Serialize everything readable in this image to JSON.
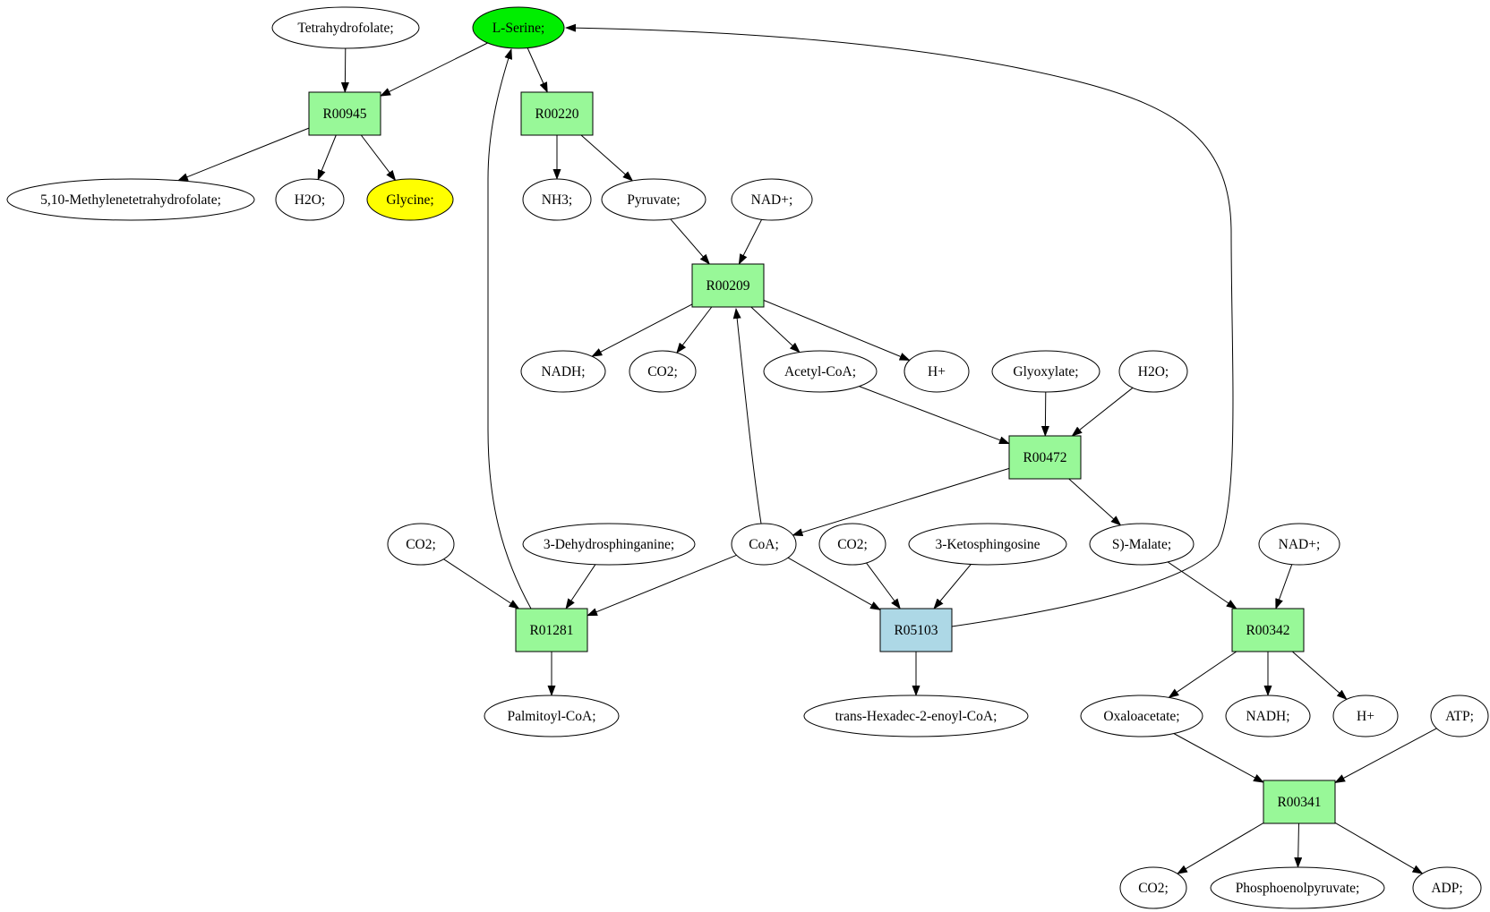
{
  "colors": {
    "reaction": "#98f898",
    "reaction_alt": "#add8e6",
    "highlight_green": "#00ee00",
    "highlight_yellow": "#ffff00",
    "default": "#ffffff"
  },
  "nodes": [
    {
      "id": "tetrahydrofolate",
      "label": "Tetrahydrofolate;",
      "kind": "compound"
    },
    {
      "id": "l-serine",
      "label": "L-Serine;",
      "kind": "compound",
      "fill": "highlight_green"
    },
    {
      "id": "r00945",
      "label": "R00945",
      "kind": "reaction"
    },
    {
      "id": "r00220",
      "label": "R00220",
      "kind": "reaction"
    },
    {
      "id": "methylene-thf",
      "label": "5,10-Methylenetetrahydrofolate;",
      "kind": "compound"
    },
    {
      "id": "h2o-a",
      "label": "H2O;",
      "kind": "compound"
    },
    {
      "id": "glycine",
      "label": "Glycine;",
      "kind": "compound",
      "fill": "highlight_yellow"
    },
    {
      "id": "nh3",
      "label": "NH3;",
      "kind": "compound"
    },
    {
      "id": "pyruvate",
      "label": "Pyruvate;",
      "kind": "compound"
    },
    {
      "id": "nadp-a",
      "label": "NAD+;",
      "kind": "compound"
    },
    {
      "id": "r00209",
      "label": "R00209",
      "kind": "reaction"
    },
    {
      "id": "nadh-a",
      "label": "NADH;",
      "kind": "compound"
    },
    {
      "id": "co2-a",
      "label": "CO2;",
      "kind": "compound"
    },
    {
      "id": "acetyl-coa",
      "label": "Acetyl-CoA;",
      "kind": "compound"
    },
    {
      "id": "hplus-a",
      "label": "H+",
      "kind": "compound"
    },
    {
      "id": "glyoxylate",
      "label": "Glyoxylate;",
      "kind": "compound"
    },
    {
      "id": "h2o-b",
      "label": "H2O;",
      "kind": "compound"
    },
    {
      "id": "r00472",
      "label": "R00472",
      "kind": "reaction"
    },
    {
      "id": "co2-b",
      "label": "CO2;",
      "kind": "compound"
    },
    {
      "id": "dehydrosphinganine",
      "label": "3-Dehydrosphinganine;",
      "kind": "compound"
    },
    {
      "id": "coa",
      "label": "CoA;",
      "kind": "compound"
    },
    {
      "id": "co2-c",
      "label": "CO2;",
      "kind": "compound"
    },
    {
      "id": "ketosphingosine",
      "label": "3-Ketosphingosine",
      "kind": "compound"
    },
    {
      "id": "s-malate",
      "label": "S)-Malate;",
      "kind": "compound"
    },
    {
      "id": "nadp-b",
      "label": "NAD+;",
      "kind": "compound"
    },
    {
      "id": "r01281",
      "label": "R01281",
      "kind": "reaction"
    },
    {
      "id": "r05103",
      "label": "R05103",
      "kind": "reaction",
      "fill": "reaction_alt"
    },
    {
      "id": "r00342",
      "label": "R00342",
      "kind": "reaction"
    },
    {
      "id": "palmitoyl-coa",
      "label": "Palmitoyl-CoA;",
      "kind": "compound"
    },
    {
      "id": "hexadecenoyl-coa",
      "label": "trans-Hexadec-2-enoyl-CoA;",
      "kind": "compound"
    },
    {
      "id": "oxaloacetate",
      "label": "Oxaloacetate;",
      "kind": "compound"
    },
    {
      "id": "nadh-b",
      "label": "NADH;",
      "kind": "compound"
    },
    {
      "id": "hplus-b",
      "label": "H+",
      "kind": "compound"
    },
    {
      "id": "atp",
      "label": "ATP;",
      "kind": "compound"
    },
    {
      "id": "r00341",
      "label": "R00341",
      "kind": "reaction"
    },
    {
      "id": "co2-d",
      "label": "CO2;",
      "kind": "compound"
    },
    {
      "id": "pep",
      "label": "Phosphoenolpyruvate;",
      "kind": "compound"
    },
    {
      "id": "adp",
      "label": "ADP;",
      "kind": "compound"
    }
  ],
  "edges": [
    {
      "from": "tetrahydrofolate",
      "to": "r00945"
    },
    {
      "from": "l-serine",
      "to": "r00945"
    },
    {
      "from": "l-serine",
      "to": "r00220"
    },
    {
      "from": "r00945",
      "to": "methylene-thf"
    },
    {
      "from": "r00945",
      "to": "h2o-a"
    },
    {
      "from": "r00945",
      "to": "glycine"
    },
    {
      "from": "r00220",
      "to": "nh3"
    },
    {
      "from": "r00220",
      "to": "pyruvate"
    },
    {
      "from": "pyruvate",
      "to": "r00209"
    },
    {
      "from": "nadp-a",
      "to": "r00209"
    },
    {
      "from": "r00209",
      "to": "nadh-a"
    },
    {
      "from": "r00209",
      "to": "co2-a"
    },
    {
      "from": "r00209",
      "to": "acetyl-coa"
    },
    {
      "from": "r00209",
      "to": "hplus-a"
    },
    {
      "from": "acetyl-coa",
      "to": "r00472"
    },
    {
      "from": "glyoxylate",
      "to": "r00472"
    },
    {
      "from": "h2o-b",
      "to": "r00472"
    },
    {
      "from": "r00472",
      "to": "coa"
    },
    {
      "from": "r00472",
      "to": "s-malate"
    },
    {
      "from": "coa",
      "to": "r00209"
    },
    {
      "from": "co2-b",
      "to": "r01281"
    },
    {
      "from": "dehydrosphinganine",
      "to": "r01281"
    },
    {
      "from": "coa",
      "to": "r01281"
    },
    {
      "from": "r01281",
      "to": "l-serine"
    },
    {
      "from": "r01281",
      "to": "palmitoyl-coa"
    },
    {
      "from": "coa",
      "to": "r05103"
    },
    {
      "from": "co2-c",
      "to": "r05103"
    },
    {
      "from": "ketosphingosine",
      "to": "r05103"
    },
    {
      "from": "r05103",
      "to": "l-serine"
    },
    {
      "from": "r05103",
      "to": "hexadecenoyl-coa"
    },
    {
      "from": "s-malate",
      "to": "r00342"
    },
    {
      "from": "nadp-b",
      "to": "r00342"
    },
    {
      "from": "r00342",
      "to": "oxaloacetate"
    },
    {
      "from": "r00342",
      "to": "nadh-b"
    },
    {
      "from": "r00342",
      "to": "hplus-b"
    },
    {
      "from": "oxaloacetate",
      "to": "r00341"
    },
    {
      "from": "atp",
      "to": "r00341"
    },
    {
      "from": "r00341",
      "to": "co2-d"
    },
    {
      "from": "r00341",
      "to": "pep"
    },
    {
      "from": "r00341",
      "to": "adp"
    }
  ]
}
